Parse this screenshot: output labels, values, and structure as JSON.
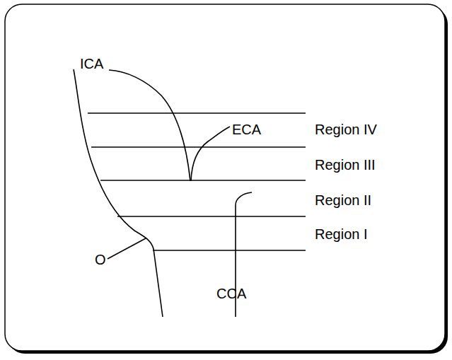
{
  "diagram": {
    "labels": [
      "ICA",
      "ECA",
      "Region IV",
      "Region III",
      "Region II",
      "Region I",
      "O",
      "CCA"
    ]
  }
}
